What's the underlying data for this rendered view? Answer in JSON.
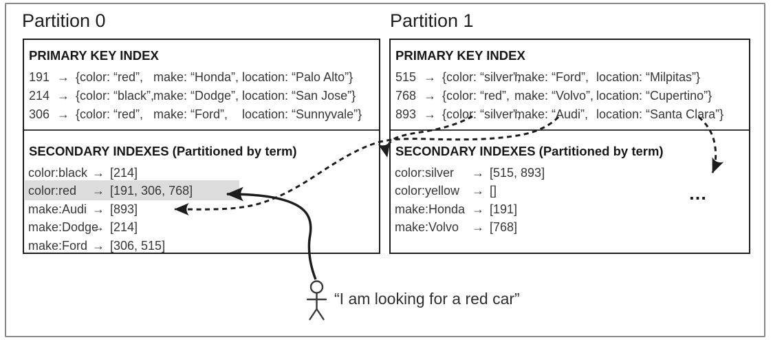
{
  "figure": {
    "glyphs": {
      "arrow": "→",
      "ellipsis": "…"
    },
    "colors": {
      "highlight": "#dcdcdc",
      "ink": "#1c1c1c",
      "body_text": "#363636",
      "frame_gray": "#878787"
    },
    "partitions": [
      {
        "title": "Partition 0",
        "primary": {
          "header": "PRIMARY KEY INDEX",
          "rows": [
            {
              "id": "191",
              "color": "{color: “red”,",
              "make": "make: “Honda”,",
              "location": "location: “Palo Alto”}"
            },
            {
              "id": "214",
              "color": "{color: “black”,",
              "make": "make: “Dodge”,",
              "location": "location: “San Jose”}"
            },
            {
              "id": "306",
              "color": "{color: “red”,",
              "make": "make: “Ford”,",
              "location": "location: “Sunnyvale”}"
            }
          ]
        },
        "secondary": {
          "header": "SECONDARY INDEXES (Partitioned by term)",
          "rows": [
            {
              "term": "color:black",
              "value": "[214]",
              "highlighted": false
            },
            {
              "term": "color:red",
              "value": "[191, 306, 768]",
              "highlighted": true
            },
            {
              "term": "make:Audi",
              "value": "[893]",
              "highlighted": false
            },
            {
              "term": "make:Dodge",
              "value": "[214]",
              "highlighted": false
            },
            {
              "term": "make:Ford",
              "value": "[306, 515]",
              "highlighted": false
            }
          ]
        }
      },
      {
        "title": "Partition 1",
        "primary": {
          "header": "PRIMARY KEY INDEX",
          "rows": [
            {
              "id": "515",
              "color": "{color: “silver”,",
              "make": "make: “Ford”,",
              "location": "location: “Milpitas”}"
            },
            {
              "id": "768",
              "color": "{color: “red”,",
              "make": "make: “Volvo”,",
              "location": "location: “Cupertino”}"
            },
            {
              "id": "893",
              "color": "{color: “silver”,",
              "make": "make: “Audi”,",
              "location": "location: “Santa Clara”}"
            }
          ]
        },
        "secondary": {
          "header": "SECONDARY INDEXES (Partitioned by term)",
          "rows": [
            {
              "term": "color:silver",
              "value": "[515, 893]",
              "highlighted": false
            },
            {
              "term": "color:yellow",
              "value": "[]",
              "highlighted": false
            },
            {
              "term": "make:Honda",
              "value": "[191]",
              "highlighted": false
            },
            {
              "term": "make:Volvo",
              "value": "[768]",
              "highlighted": false
            }
          ]
        }
      }
    ],
    "query": {
      "speech": "“I am looking for a red car”"
    }
  }
}
